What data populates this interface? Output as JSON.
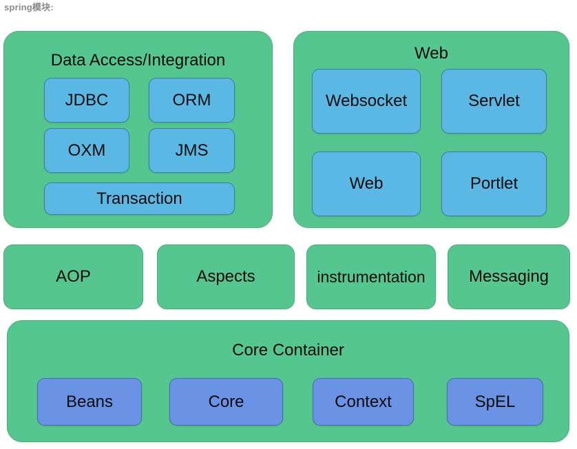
{
  "caption": "spring模块:",
  "colors": {
    "panel_green": "#55c68f",
    "box_light_blue": "#5bb8e5",
    "box_indigo": "#6b93e5",
    "background": "#ffffff",
    "caption_gray": "#8a8a8a",
    "text_black": "#0a0a0a"
  },
  "diagram": {
    "type": "block-architecture",
    "panels": [
      {
        "title": "Data Access/Integration",
        "modules": [
          "JDBC",
          "ORM",
          "OXM",
          "JMS",
          "Transaction"
        ]
      },
      {
        "title": "Web",
        "modules": [
          "Websocket",
          "Servlet",
          "Web",
          "Portlet"
        ]
      },
      {
        "title": "Core Container",
        "modules": [
          "Beans",
          "Core",
          "Context",
          "SpEL"
        ]
      }
    ],
    "standalone_modules": [
      "AOP",
      "Aspects",
      "instrumentation",
      "Messaging"
    ]
  }
}
